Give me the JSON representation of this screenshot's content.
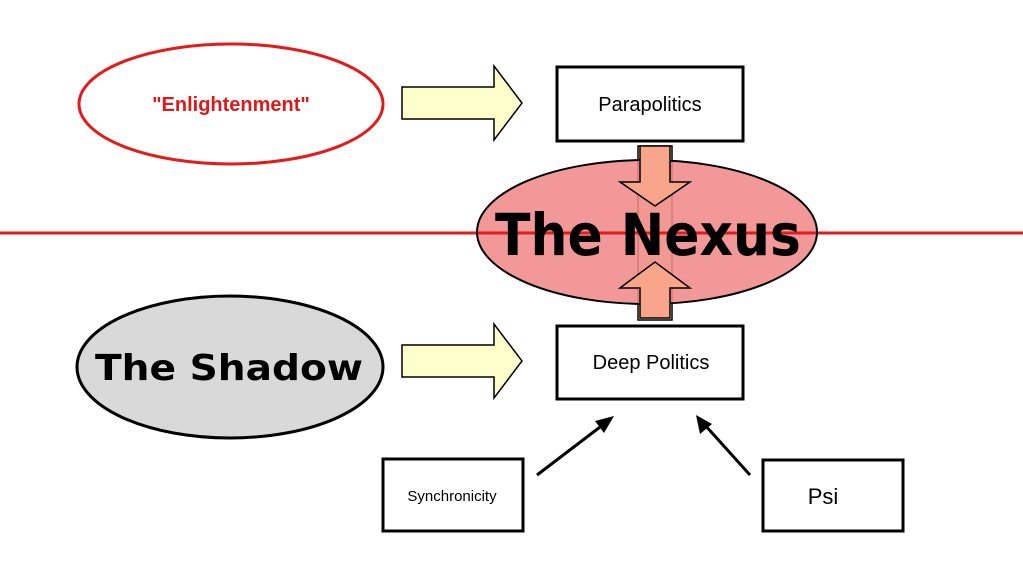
{
  "diagram": {
    "nodes": {
      "enlightenment": "\"Enlightenment\"",
      "parapolitics": "Parapolitics",
      "nexus": "The Nexus",
      "shadow": "The Shadow",
      "deep_politics": "Deep Politics",
      "synchronicity": "Synchronicity",
      "psi": "Psi"
    },
    "colors": {
      "divider": "#e31b1b",
      "enlightenment_outline": "#e31b1b",
      "enlightenment_text": "#dd1a1a",
      "nexus_fill": "#f08a8a",
      "shadow_fill": "#d9d9d9",
      "block_arrow_fill": "#ffffcc",
      "nexus_arrow_fill": "#f8a58c"
    }
  }
}
